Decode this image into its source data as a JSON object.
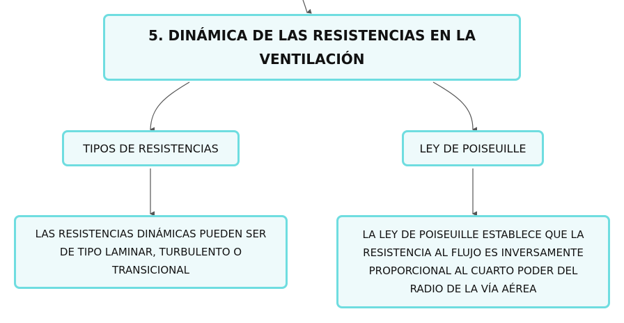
{
  "nodes": {
    "main": {
      "line1": "5. DINÁMICA DE LAS RESISTENCIAS EN LA",
      "line2": "VENTILACIÓN"
    },
    "tipos": {
      "label": "TIPOS DE RESISTENCIAS"
    },
    "ley": {
      "label": "LEY DE POISEUILLE"
    },
    "desc_left": {
      "lines": [
        "LAS RESISTENCIAS DINÁMICAS PUEDEN SER",
        "DE TIPO LAMINAR, TURBULENTO O",
        "TRANSICIONAL"
      ]
    },
    "desc_right": {
      "lines": [
        "LA LEY DE POISEUILLE ESTABLECE QUE LA",
        "RESISTENCIA AL FLUJO ES INVERSAMENTE",
        "PROPORCIONAL AL CUARTO PODER DEL",
        "RADIO DE LA VÍA AÉREA"
      ]
    }
  },
  "colors": {
    "node_border": "#6fdde0",
    "node_fill": "#eefafb",
    "connector": "#555555"
  }
}
